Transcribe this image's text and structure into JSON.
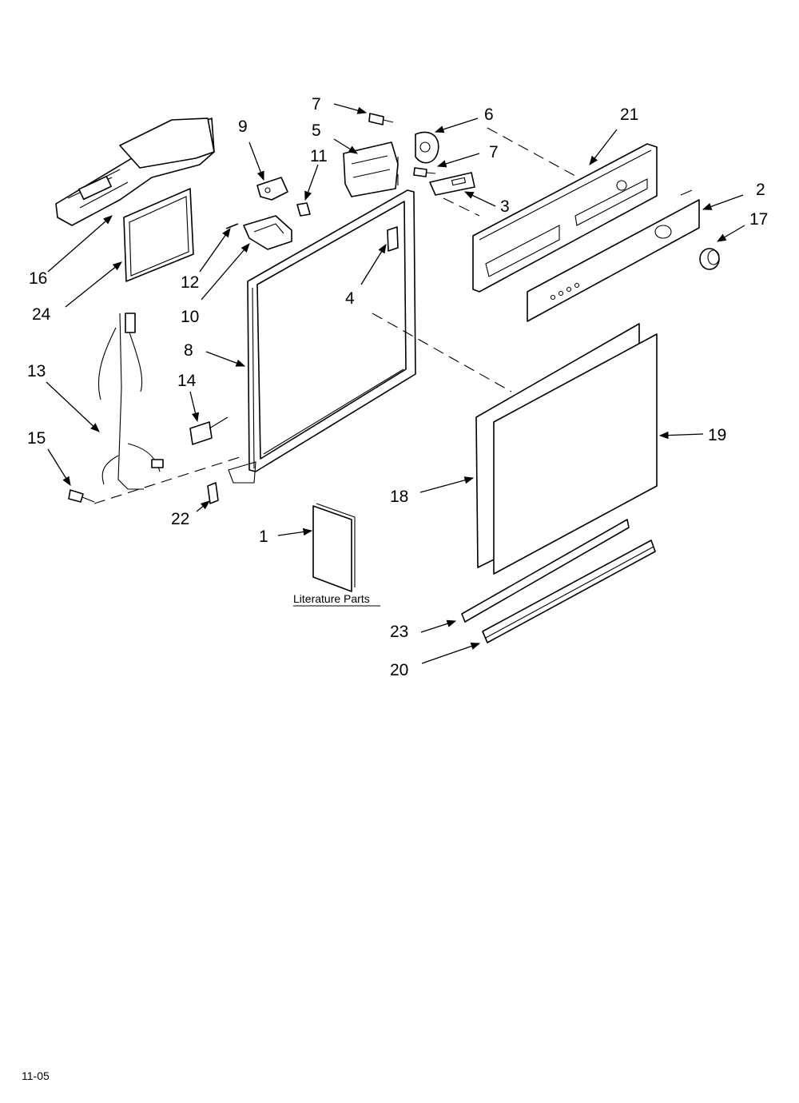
{
  "callouts": {
    "c1": "1",
    "c2": "2",
    "c3": "3",
    "c4": "4",
    "c5": "5",
    "c6": "6",
    "c7a": "7",
    "c7b": "7",
    "c8": "8",
    "c9": "9",
    "c10": "10",
    "c11": "11",
    "c12": "12",
    "c13": "13",
    "c14": "14",
    "c15": "15",
    "c16": "16",
    "c17": "17",
    "c18": "18",
    "c19": "19",
    "c20": "20",
    "c21": "21",
    "c22": "22",
    "c23": "23",
    "c24": "24"
  },
  "literature_label": "Literature Parts",
  "footer_code": "11-05"
}
